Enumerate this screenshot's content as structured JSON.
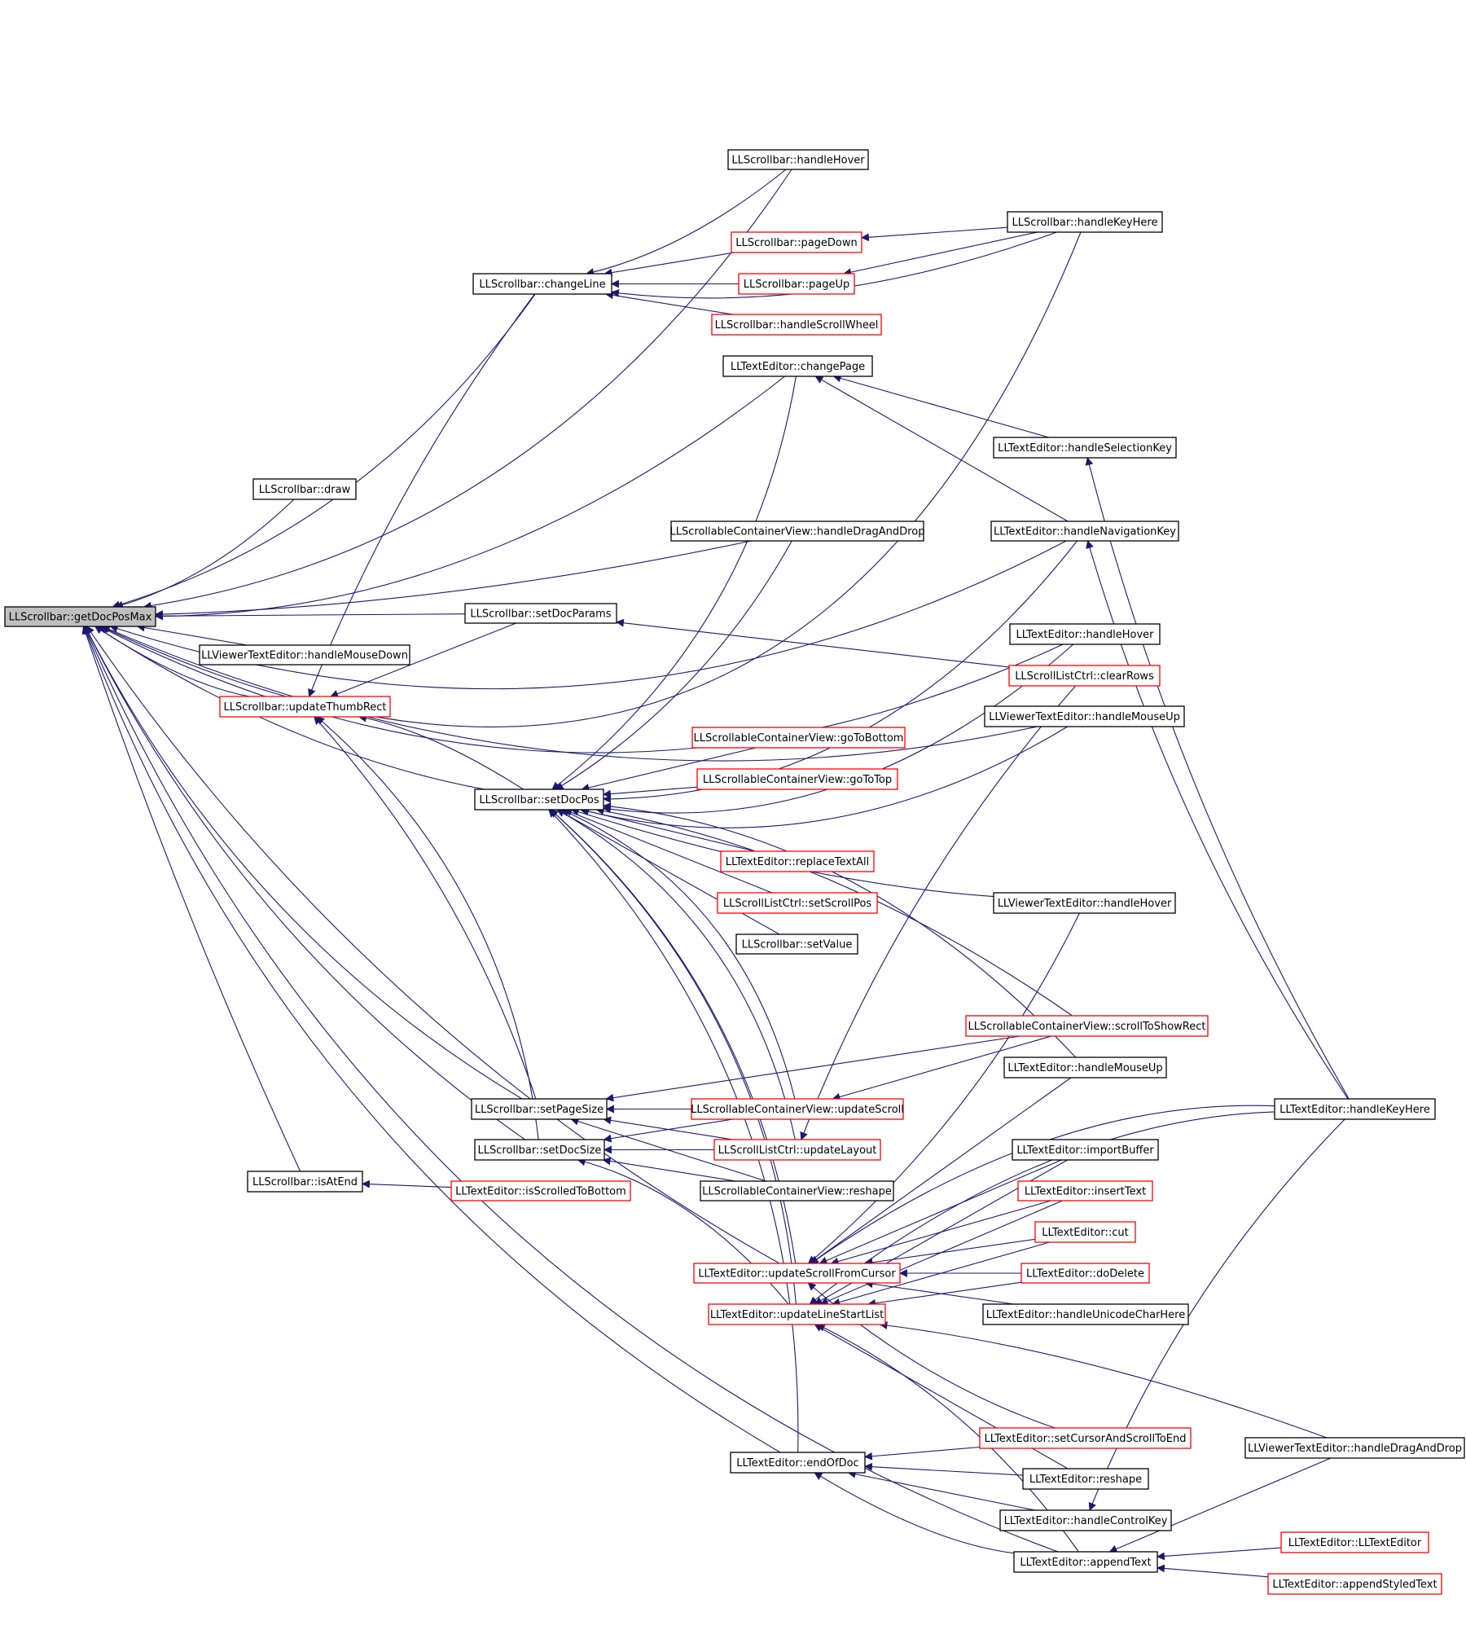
{
  "colors": {
    "edge": "#191970",
    "box_border": "#000000",
    "truncated_border": "#ff0000",
    "root_fill": "#bfbfbf",
    "background": "#ffffff"
  },
  "nodes": [
    {
      "id": "getDocPosMax",
      "label": "LLScrollbar::getDocPosMax",
      "root": true
    },
    {
      "id": "sbHandleHover",
      "label": "LLScrollbar::handleHover"
    },
    {
      "id": "sbHandleKeyHere",
      "label": "LLScrollbar::handleKeyHere"
    },
    {
      "id": "pageDown",
      "label": "LLScrollbar::pageDown",
      "truncated": true
    },
    {
      "id": "changeLine",
      "label": "LLScrollbar::changeLine"
    },
    {
      "id": "pageUp",
      "label": "LLScrollbar::pageUp",
      "truncated": true
    },
    {
      "id": "handleScrollWheel",
      "label": "LLScrollbar::handleScrollWheel",
      "truncated": true
    },
    {
      "id": "changePage",
      "label": "LLTextEditor::changePage"
    },
    {
      "id": "handleSelectionKey",
      "label": "LLTextEditor::handleSelectionKey"
    },
    {
      "id": "sbDraw",
      "label": "LLScrollbar::draw"
    },
    {
      "id": "scvDragDrop",
      "label": "LLScrollableContainerView::handleDragAndDrop"
    },
    {
      "id": "teNavKey",
      "label": "LLTextEditor::handleNavigationKey"
    },
    {
      "id": "setDocParams",
      "label": "LLScrollbar::setDocParams"
    },
    {
      "id": "teHandleHover",
      "label": "LLTextEditor::handleHover"
    },
    {
      "id": "vteMouseDown",
      "label": "LLViewerTextEditor::handleMouseDown"
    },
    {
      "id": "clearRows",
      "label": "LLScrollListCtrl::clearRows",
      "truncated": true
    },
    {
      "id": "updateThumbRect",
      "label": "LLScrollbar::updateThumbRect",
      "truncated": true
    },
    {
      "id": "vteMouseUp",
      "label": "LLViewerTextEditor::handleMouseUp"
    },
    {
      "id": "goToBottom",
      "label": "LLScrollableContainerView::goToBottom",
      "truncated": true
    },
    {
      "id": "goToTop",
      "label": "LLScrollableContainerView::goToTop",
      "truncated": true
    },
    {
      "id": "setDocPos",
      "label": "LLScrollbar::setDocPos"
    },
    {
      "id": "replaceTextAll",
      "label": "LLTextEditor::replaceTextAll",
      "truncated": true
    },
    {
      "id": "setScrollPos",
      "label": "LLScrollListCtrl::setScrollPos",
      "truncated": true
    },
    {
      "id": "vteHandleHover",
      "label": "LLViewerTextEditor::handleHover"
    },
    {
      "id": "setValue",
      "label": "LLScrollbar::setValue"
    },
    {
      "id": "scrollToShowRect",
      "label": "LLScrollableContainerView::scrollToShowRect",
      "truncated": true
    },
    {
      "id": "teMouseUp",
      "label": "LLTextEditor::handleMouseUp"
    },
    {
      "id": "setPageSize",
      "label": "LLScrollbar::setPageSize"
    },
    {
      "id": "updateScroll",
      "label": "LLScrollableContainerView::updateScroll",
      "truncated": true
    },
    {
      "id": "teKeyHere",
      "label": "LLTextEditor::handleKeyHere"
    },
    {
      "id": "setDocSize",
      "label": "LLScrollbar::setDocSize"
    },
    {
      "id": "updateLayout",
      "label": "LLScrollListCtrl::updateLayout",
      "truncated": true
    },
    {
      "id": "importBuffer",
      "label": "LLTextEditor::importBuffer"
    },
    {
      "id": "isAtEnd",
      "label": "LLScrollbar::isAtEnd"
    },
    {
      "id": "isScrolledToBottom",
      "label": "LLTextEditor::isScrolledToBottom",
      "truncated": true
    },
    {
      "id": "scvReshape",
      "label": "LLScrollableContainerView::reshape"
    },
    {
      "id": "insertText",
      "label": "LLTextEditor::insertText",
      "truncated": true
    },
    {
      "id": "cut",
      "label": "LLTextEditor::cut",
      "truncated": true
    },
    {
      "id": "updateScrollFromCursor",
      "label": "LLTextEditor::updateScrollFromCursor",
      "truncated": true
    },
    {
      "id": "doDelete",
      "label": "LLTextEditor::doDelete",
      "truncated": true
    },
    {
      "id": "updateLineStartList",
      "label": "LLTextEditor::updateLineStartList",
      "truncated": true
    },
    {
      "id": "unicodeCharHere",
      "label": "LLTextEditor::handleUnicodeCharHere"
    },
    {
      "id": "setCursorScrollEnd",
      "label": "LLTextEditor::setCursorAndScrollToEnd",
      "truncated": true
    },
    {
      "id": "vteDragDrop",
      "label": "LLViewerTextEditor::handleDragAndDrop"
    },
    {
      "id": "endOfDoc",
      "label": "LLTextEditor::endOfDoc"
    },
    {
      "id": "teReshape",
      "label": "LLTextEditor::reshape"
    },
    {
      "id": "controlKey",
      "label": "LLTextEditor::handleControlKey"
    },
    {
      "id": "ctor",
      "label": "LLTextEditor::LLTextEditor",
      "truncated": true
    },
    {
      "id": "appendText",
      "label": "LLTextEditor::appendText"
    },
    {
      "id": "appendStyledText",
      "label": "LLTextEditor::appendStyledText",
      "truncated": true
    }
  ],
  "edges": [
    [
      "sbHandleKeyHere",
      "getDocPosMax"
    ],
    [
      "sbHandleHover",
      "getDocPosMax"
    ],
    [
      "changeLine",
      "getDocPosMax"
    ],
    [
      "changePage",
      "getDocPosMax"
    ],
    [
      "teNavKey",
      "getDocPosMax"
    ],
    [
      "teHandleHover",
      "getDocPosMax"
    ],
    [
      "sbDraw",
      "getDocPosMax"
    ],
    [
      "vteMouseUp",
      "getDocPosMax"
    ],
    [
      "scvDragDrop",
      "getDocPosMax"
    ],
    [
      "setDocParams",
      "getDocPosMax"
    ],
    [
      "vteMouseDown",
      "getDocPosMax"
    ],
    [
      "updateThumbRect",
      "getDocPosMax"
    ],
    [
      "setDocPos",
      "getDocPosMax"
    ],
    [
      "setPageSize",
      "getDocPosMax"
    ],
    [
      "setDocSize",
      "getDocPosMax"
    ],
    [
      "isAtEnd",
      "getDocPosMax"
    ],
    [
      "updateScrollFromCursor",
      "getDocPosMax"
    ],
    [
      "endOfDoc",
      "getDocPosMax"
    ],
    [
      "appendText",
      "getDocPosMax"
    ],
    [
      "sbHandleHover",
      "changeLine"
    ],
    [
      "sbHandleKeyHere",
      "changeLine"
    ],
    [
      "pageDown",
      "changeLine"
    ],
    [
      "pageUp",
      "changeLine"
    ],
    [
      "handleScrollWheel",
      "changeLine"
    ],
    [
      "sbHandleKeyHere",
      "pageDown"
    ],
    [
      "sbHandleKeyHere",
      "pageUp"
    ],
    [
      "handleSelectionKey",
      "changePage"
    ],
    [
      "teNavKey",
      "changePage"
    ],
    [
      "clearRows",
      "setDocParams"
    ],
    [
      "setDocParams",
      "updateThumbRect"
    ],
    [
      "changeLine",
      "updateThumbRect"
    ],
    [
      "setDocPos",
      "updateThumbRect"
    ],
    [
      "setPageSize",
      "updateThumbRect"
    ],
    [
      "setDocSize",
      "updateThumbRect"
    ],
    [
      "changePage",
      "setDocPos"
    ],
    [
      "scvDragDrop",
      "setDocPos"
    ],
    [
      "teNavKey",
      "setDocPos"
    ],
    [
      "teHandleHover",
      "setDocPos"
    ],
    [
      "vteMouseUp",
      "setDocPos"
    ],
    [
      "goToBottom",
      "setDocPos"
    ],
    [
      "goToTop",
      "setDocPos"
    ],
    [
      "vteHandleHover",
      "setDocPos"
    ],
    [
      "replaceTextAll",
      "setDocPos"
    ],
    [
      "setScrollPos",
      "setDocPos"
    ],
    [
      "setValue",
      "setDocPos"
    ],
    [
      "scrollToShowRect",
      "setDocPos"
    ],
    [
      "teMouseUp",
      "setDocPos"
    ],
    [
      "updateScroll",
      "setDocPos"
    ],
    [
      "updateLayout",
      "setDocPos"
    ],
    [
      "updateScrollFromCursor",
      "setDocPos"
    ],
    [
      "updateLineStartList",
      "setDocPos"
    ],
    [
      "endOfDoc",
      "setDocPos"
    ],
    [
      "updateScroll",
      "setPageSize"
    ],
    [
      "scrollToShowRect",
      "setPageSize"
    ],
    [
      "updateLayout",
      "setPageSize"
    ],
    [
      "scvReshape",
      "setPageSize"
    ],
    [
      "updateScroll",
      "setDocSize"
    ],
    [
      "updateLayout",
      "setDocSize"
    ],
    [
      "scvReshape",
      "setDocSize"
    ],
    [
      "updateLineStartList",
      "setDocSize"
    ],
    [
      "isScrolledToBottom",
      "isAtEnd"
    ],
    [
      "scrollToShowRect",
      "updateScroll"
    ],
    [
      "clearRows",
      "updateLayout"
    ],
    [
      "teMouseUp",
      "updateScrollFromCursor"
    ],
    [
      "teKeyHere",
      "updateScrollFromCursor"
    ],
    [
      "importBuffer",
      "updateScrollFromCursor"
    ],
    [
      "insertText",
      "updateScrollFromCursor"
    ],
    [
      "cut",
      "updateScrollFromCursor"
    ],
    [
      "doDelete",
      "updateScrollFromCursor"
    ],
    [
      "unicodeCharHere",
      "updateScrollFromCursor"
    ],
    [
      "setCursorScrollEnd",
      "updateScrollFromCursor"
    ],
    [
      "vteHandleHover",
      "updateScrollFromCursor"
    ],
    [
      "importBuffer",
      "updateLineStartList"
    ],
    [
      "insertText",
      "updateLineStartList"
    ],
    [
      "cut",
      "updateLineStartList"
    ],
    [
      "doDelete",
      "updateLineStartList"
    ],
    [
      "teReshape",
      "updateLineStartList"
    ],
    [
      "teKeyHere",
      "updateLineStartList"
    ],
    [
      "vteDragDrop",
      "updateLineStartList"
    ],
    [
      "appendText",
      "updateLineStartList"
    ],
    [
      "setCursorScrollEnd",
      "endOfDoc"
    ],
    [
      "teReshape",
      "endOfDoc"
    ],
    [
      "controlKey",
      "endOfDoc"
    ],
    [
      "appendText",
      "endOfDoc"
    ],
    [
      "teKeyHere",
      "handleSelectionKey"
    ],
    [
      "teKeyHere",
      "teNavKey"
    ],
    [
      "teKeyHere",
      "controlKey"
    ],
    [
      "ctor",
      "appendText"
    ],
    [
      "appendStyledText",
      "appendText"
    ],
    [
      "vteDragDrop",
      "appendText"
    ]
  ]
}
